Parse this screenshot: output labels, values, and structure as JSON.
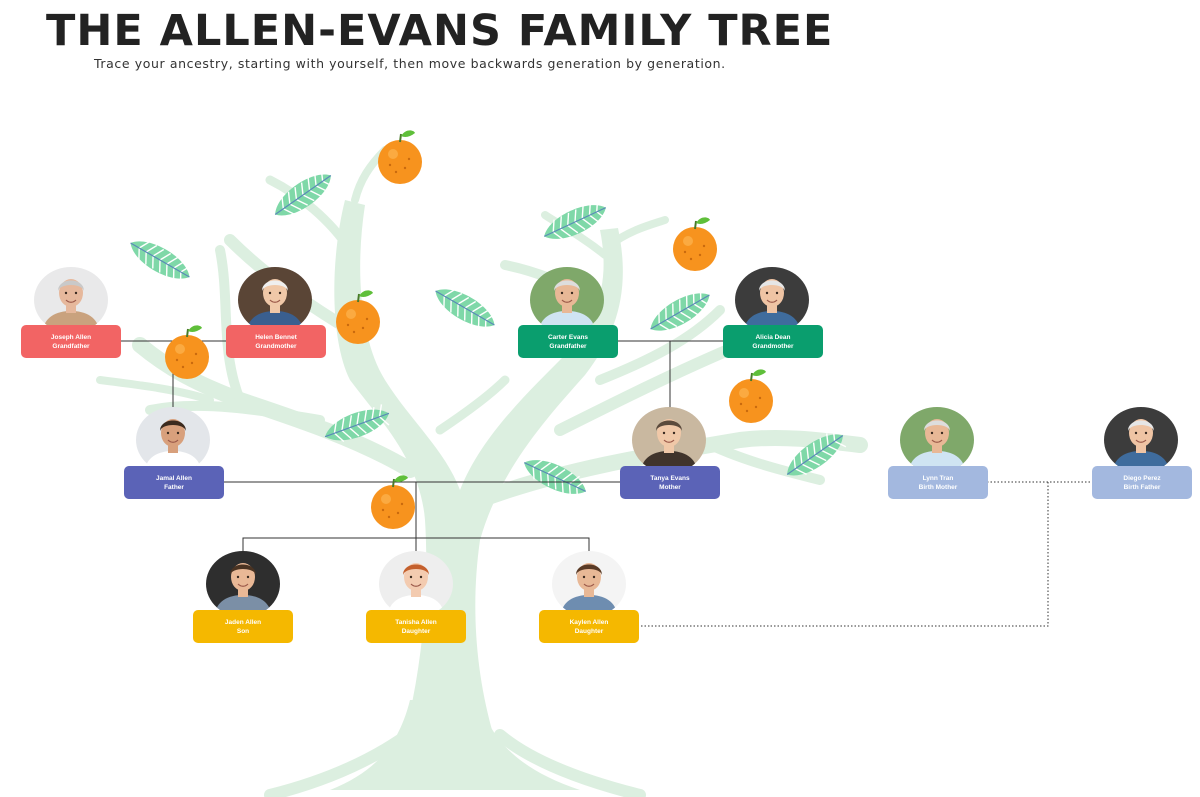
{
  "header": {
    "title": "THE ALLEN-EVANS FAMILY TREE",
    "subtitle": "Trace your ancestry, starting with yourself, then move backwards generation by generation."
  },
  "members": [
    {
      "id": "joseph",
      "name": "Joseph Allen",
      "role": "Grandfather",
      "color": "#f26464"
    },
    {
      "id": "helen",
      "name": "Helen Bennet",
      "role": "Grandmother",
      "color": "#f26464"
    },
    {
      "id": "carter",
      "name": "Carter Evans",
      "role": "Grandfather",
      "color": "#0a9e6e"
    },
    {
      "id": "alicia",
      "name": "Alicia Dean",
      "role": "Grandmother",
      "color": "#0a9e6e"
    },
    {
      "id": "jamal",
      "name": "Jamal Allen",
      "role": "Father",
      "color": "#5b63b7"
    },
    {
      "id": "tanya",
      "name": "Tanya Evans",
      "role": "Mother",
      "color": "#5b63b7"
    },
    {
      "id": "lynn",
      "name": "Lynn Tran",
      "role": "Birth Mother",
      "color": "#a3b8df"
    },
    {
      "id": "diego",
      "name": "Diego Perez",
      "role": "Birth Father",
      "color": "#a3b8df"
    },
    {
      "id": "jaden",
      "name": "Jaden Allen",
      "role": "Son",
      "color": "#f5b800"
    },
    {
      "id": "tanisha",
      "name": "Tanisha Allen",
      "role": "Daughter",
      "color": "#f5b800"
    },
    {
      "id": "kaylen",
      "name": "Kaylen Allen",
      "role": "Daughter",
      "color": "#f5b800"
    }
  ],
  "colors": {
    "tree": "#dcefe0",
    "leaf": "#7fd8a8",
    "leaf_vein": "#5a8ab8",
    "orange": "#f7931e",
    "orange_stem": "#5fbf3a",
    "connector": "#333333"
  },
  "icons": {
    "orange": "orange-fruit-icon",
    "leaf": "leaf-icon",
    "photo": "portrait-photo"
  }
}
